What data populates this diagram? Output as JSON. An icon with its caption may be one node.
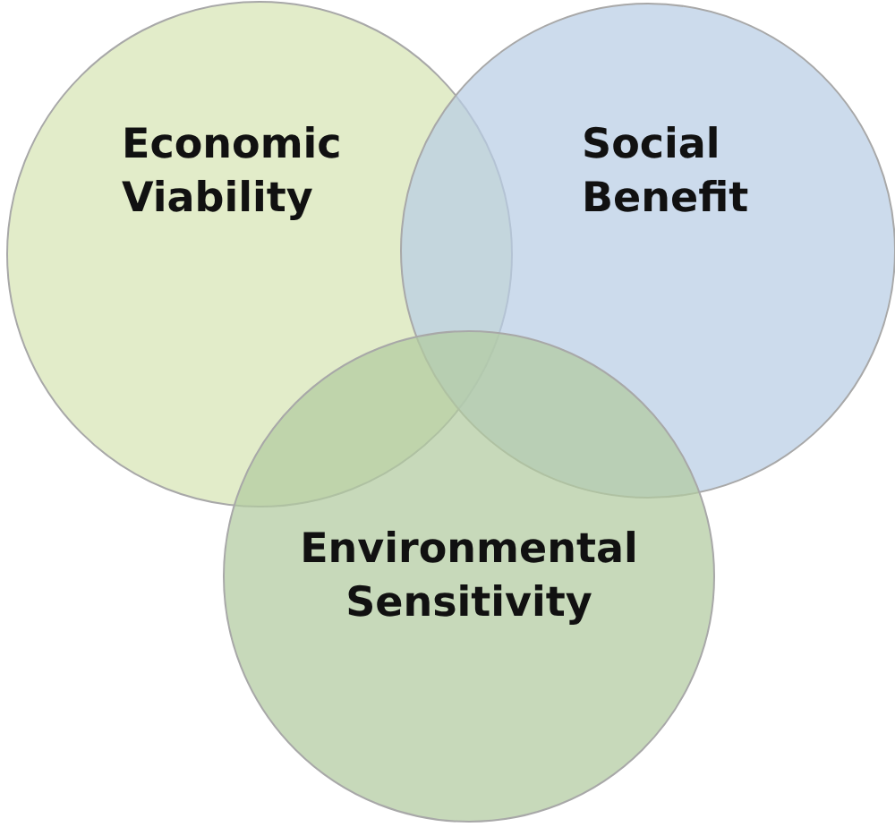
{
  "diagram": {
    "nodes": [
      {
        "text": [
          "Economic Viability"
        ]
      },
      {
        "text": [
          "Social Benefit"
        ]
      },
      {
        "text": [
          "Environmental Sensitivity"
        ]
      }
    ]
  }
}
